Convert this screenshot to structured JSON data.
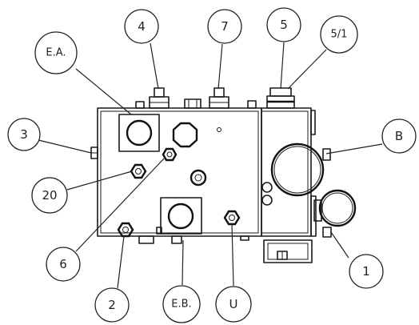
{
  "callouts": {
    "ea": "E.A.",
    "c4": "4",
    "c7": "7",
    "c5": "5",
    "c51": "5/1",
    "c3": "3",
    "cb": "B",
    "c20": "20",
    "c6": "6",
    "c2": "2",
    "ceb": "E.B.",
    "cu": "U",
    "c1": "1"
  }
}
